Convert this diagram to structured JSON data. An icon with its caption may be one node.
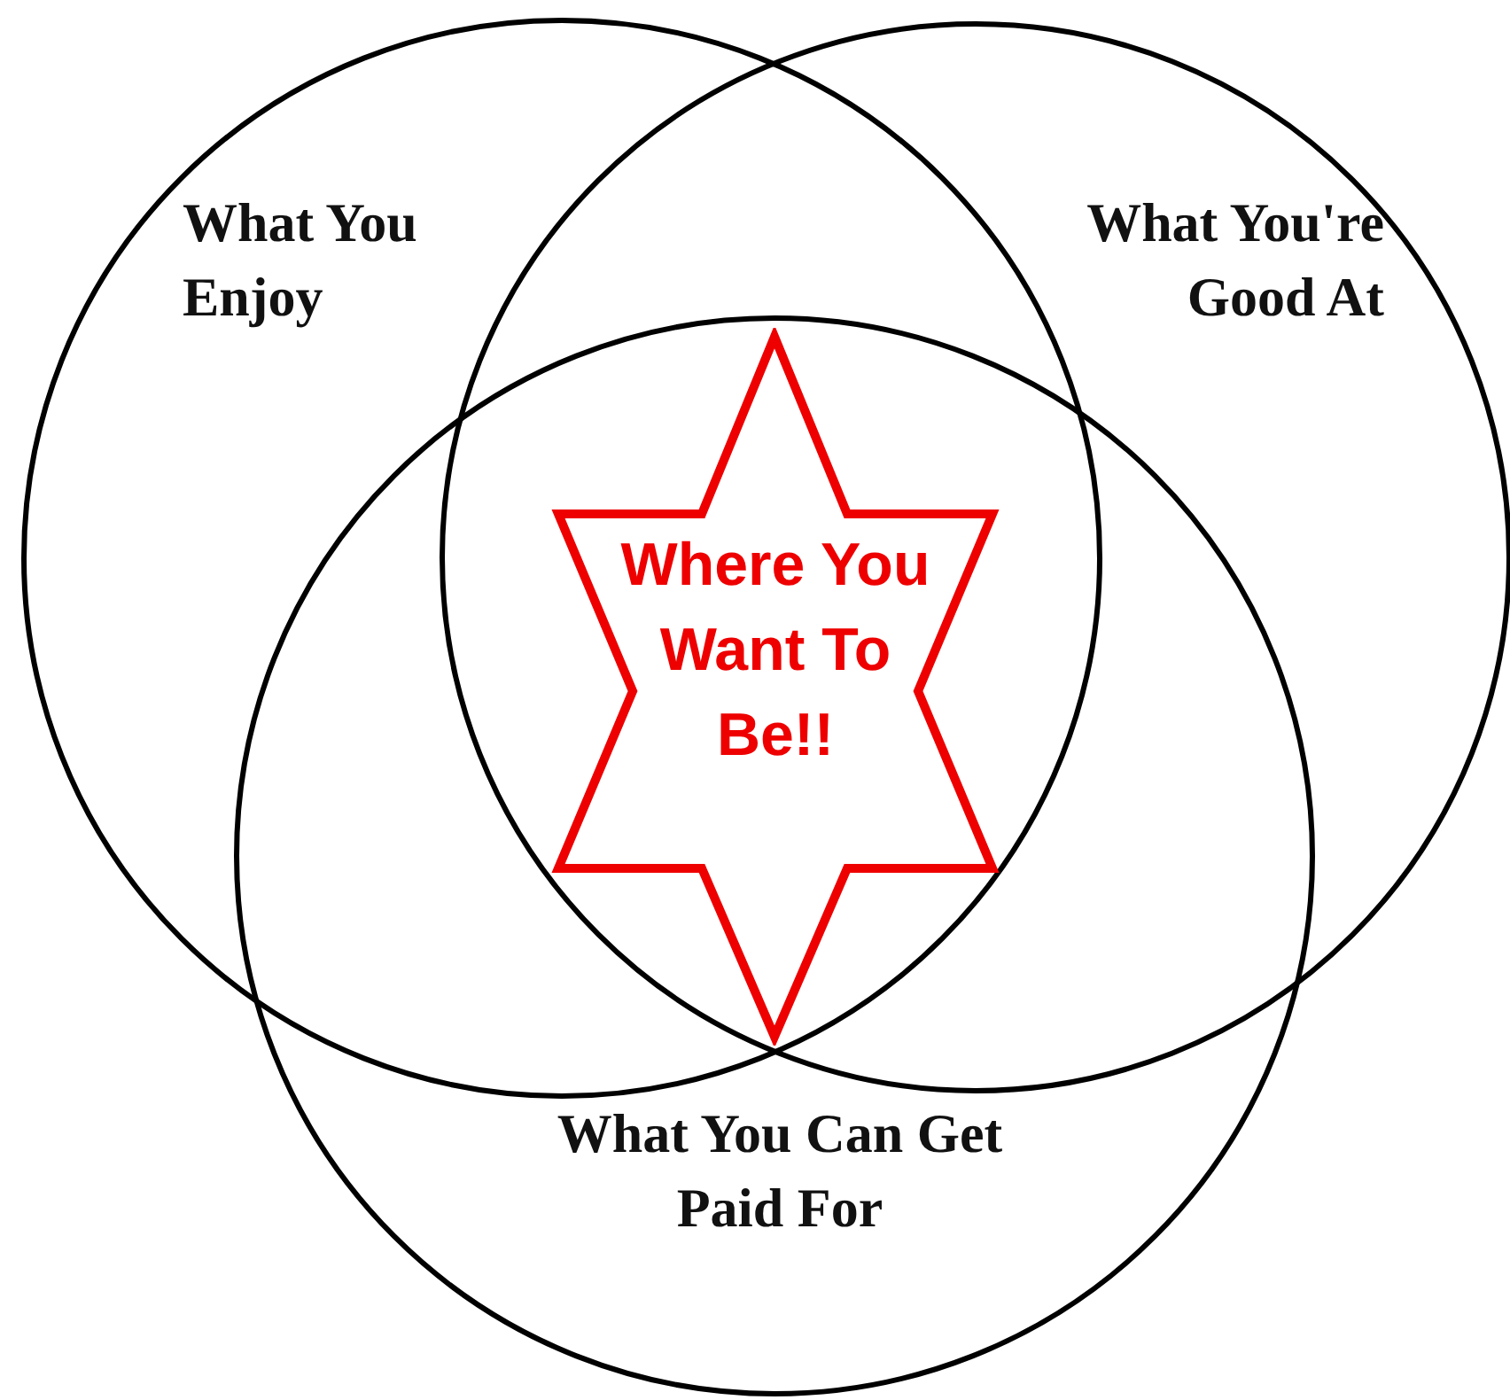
{
  "diagram": {
    "nodes": [
      {
        "text": [
          "What You Enjoy"
        ]
      },
      {
        "text": [
          "What You're Good At"
        ]
      },
      {
        "text": [
          "What You Can Get Paid For"
        ]
      },
      {
        "text": [
          "Where You Want To Be!!"
        ]
      }
    ]
  }
}
